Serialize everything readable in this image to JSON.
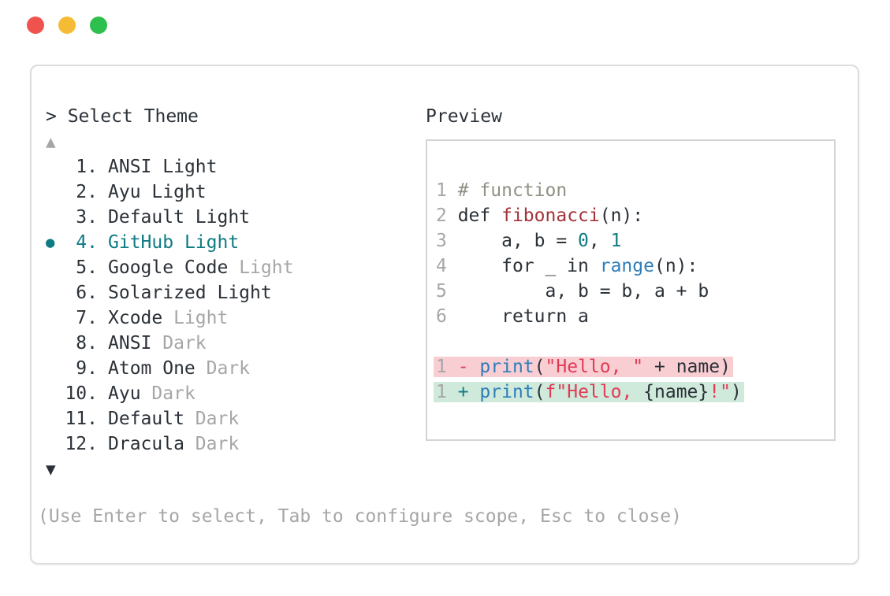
{
  "palette": {
    "text": "#2b3138",
    "muted": "#a6a6a8",
    "teal": "#0f7b83",
    "blue": "#2e7eb8",
    "darkred": "#a3343a",
    "crimson": "#e13a55",
    "comment": "#8e9383",
    "border": "#dcdcdc",
    "border2": "#d4d4d4",
    "diff_del_bg": "#f8ced3",
    "diff_add_bg": "#cfe9da",
    "traffic_red": "#f0524e",
    "traffic_yellow": "#f5bb34",
    "traffic_green": "#2ec04f"
  },
  "window": {
    "controls": [
      {
        "name": "close",
        "color_key": "traffic_red"
      },
      {
        "name": "minimize",
        "color_key": "traffic_yellow"
      },
      {
        "name": "zoom",
        "color_key": "traffic_green"
      }
    ]
  },
  "selector": {
    "title": "> Select Theme",
    "scroll_up_indicator": "▲",
    "scroll_down_indicator": "▼",
    "selected_bullet": "●",
    "items": [
      {
        "number": "1.",
        "name": "ANSI",
        "variant": "Light",
        "variant_muted": false,
        "selected": false
      },
      {
        "number": "2.",
        "name": "Ayu",
        "variant": "Light",
        "variant_muted": false,
        "selected": false
      },
      {
        "number": "3.",
        "name": "Default",
        "variant": "Light",
        "variant_muted": false,
        "selected": false
      },
      {
        "number": "4.",
        "name": "GitHub",
        "variant": "Light",
        "variant_muted": false,
        "selected": true
      },
      {
        "number": "5.",
        "name": "Google Code",
        "variant": "Light",
        "variant_muted": true,
        "selected": false
      },
      {
        "number": "6.",
        "name": "Solarized",
        "variant": "Light",
        "variant_muted": false,
        "selected": false
      },
      {
        "number": "7.",
        "name": "Xcode",
        "variant": "Light",
        "variant_muted": true,
        "selected": false
      },
      {
        "number": "8.",
        "name": "ANSI",
        "variant": "Dark",
        "variant_muted": true,
        "selected": false
      },
      {
        "number": "9.",
        "name": "Atom One",
        "variant": "Dark",
        "variant_muted": true,
        "selected": false
      },
      {
        "number": "10.",
        "name": "Ayu",
        "variant": "Dark",
        "variant_muted": true,
        "selected": false
      },
      {
        "number": "11.",
        "name": "Default",
        "variant": "Dark",
        "variant_muted": true,
        "selected": false
      },
      {
        "number": "12.",
        "name": "Dracula",
        "variant": "Dark",
        "variant_muted": true,
        "selected": false
      }
    ],
    "hint": "(Use Enter to select, Tab to configure scope, Esc to close)"
  },
  "preview": {
    "label": "Preview",
    "code_lines": [
      {
        "diff": null,
        "num": "1",
        "tokens": [
          {
            "t": " # function",
            "c": "comment"
          }
        ]
      },
      {
        "diff": null,
        "num": "2",
        "tokens": [
          {
            "t": " def ",
            "c": "text"
          },
          {
            "t": "fibonacci",
            "c": "darkred"
          },
          {
            "t": "(n):",
            "c": "text"
          }
        ]
      },
      {
        "diff": null,
        "num": "3",
        "tokens": [
          {
            "t": "     a, b = ",
            "c": "text"
          },
          {
            "t": "0",
            "c": "teal"
          },
          {
            "t": ", ",
            "c": "text"
          },
          {
            "t": "1",
            "c": "teal"
          }
        ]
      },
      {
        "diff": null,
        "num": "4",
        "tokens": [
          {
            "t": "     for _ in ",
            "c": "text"
          },
          {
            "t": "range",
            "c": "blue"
          },
          {
            "t": "(n):",
            "c": "text"
          }
        ]
      },
      {
        "diff": null,
        "num": "5",
        "tokens": [
          {
            "t": "         a, b = b, a + b",
            "c": "text"
          }
        ]
      },
      {
        "diff": null,
        "num": "6",
        "tokens": [
          {
            "t": "     return a",
            "c": "text"
          }
        ]
      },
      {
        "diff": null,
        "num": "",
        "tokens": []
      },
      {
        "diff": "del",
        "num": "1",
        "tokens": [
          {
            "t": " ",
            "c": "text"
          },
          {
            "t": "- ",
            "c": "crimson"
          },
          {
            "t": "print",
            "c": "blue"
          },
          {
            "t": "(",
            "c": "text"
          },
          {
            "t": "\"Hello, \"",
            "c": "crimson"
          },
          {
            "t": " + name)",
            "c": "text"
          }
        ]
      },
      {
        "diff": "add",
        "num": "1",
        "tokens": [
          {
            "t": " ",
            "c": "text"
          },
          {
            "t": "+ ",
            "c": "teal"
          },
          {
            "t": "print",
            "c": "blue"
          },
          {
            "t": "(",
            "c": "text"
          },
          {
            "t": "f\"Hello, ",
            "c": "crimson"
          },
          {
            "t": "{name}",
            "c": "text"
          },
          {
            "t": "!\"",
            "c": "crimson"
          },
          {
            "t": ")",
            "c": "text"
          }
        ]
      }
    ]
  }
}
